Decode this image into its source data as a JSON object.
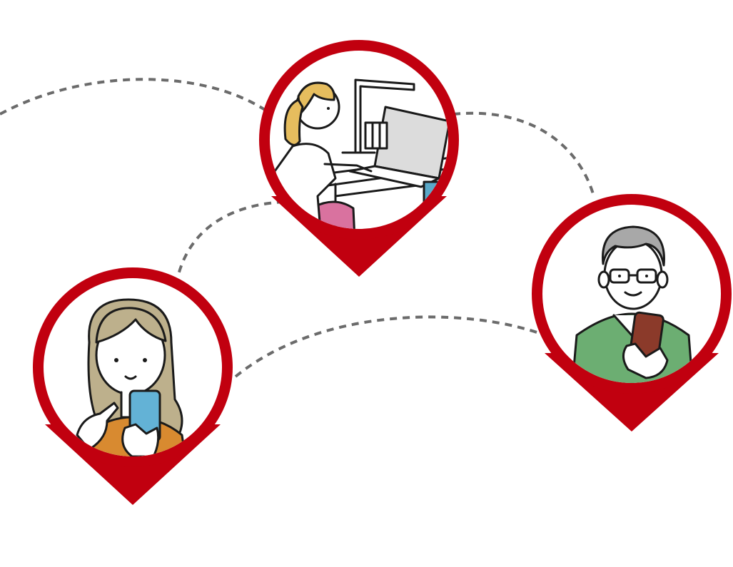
{
  "colors": {
    "pin": "#c1000f",
    "dash": "#6b6b6b",
    "outline": "#1a1a1a",
    "skin": "#ffffff",
    "hair_blonde": "#e6bd5e",
    "chair": "#d9729f",
    "screen": "#dcdcdc",
    "cup": "#5aa9c9",
    "hair_beige": "#bdb08c",
    "top_orange": "#d88a30",
    "phone_blue": "#63b2d6",
    "hair_gray": "#a8a8a8",
    "shirt_green": "#6cae72",
    "phone_brown": "#8b3a2a"
  },
  "pins": [
    {
      "name": "remote-worker",
      "figure": "woman-at-desk-with-laptop-icon"
    },
    {
      "name": "elderly-man",
      "figure": "man-with-glasses-holding-phone-icon"
    },
    {
      "name": "young-woman",
      "figure": "woman-holding-smartphone-icon"
    }
  ]
}
